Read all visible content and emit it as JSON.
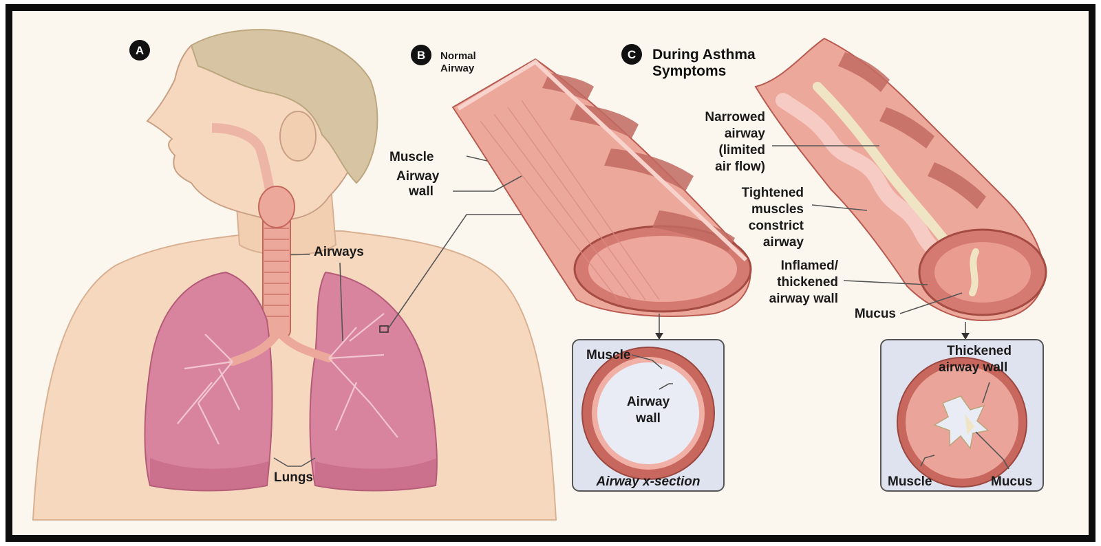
{
  "panel_a": {
    "badge": "A",
    "airways": "Airways",
    "lungs": "Lungs"
  },
  "panel_b": {
    "badge": "B",
    "title": [
      "Normal",
      "Airway"
    ],
    "muscle": "Muscle",
    "airway_wall": [
      "Airway",
      "wall"
    ],
    "xsection": {
      "muscle": "Muscle",
      "airway_wall": [
        "Airway",
        "wall"
      ],
      "caption": "Airway x-section"
    }
  },
  "panel_c": {
    "badge": "C",
    "title": [
      "During Asthma",
      "Symptoms"
    ],
    "narrowed": [
      "Narrowed",
      "airway",
      "(limited",
      "air flow)"
    ],
    "tightened": [
      "Tightened",
      "muscles",
      "constrict",
      "airway"
    ],
    "inflamed": [
      "Inflamed/",
      "thickened",
      "airway wall"
    ],
    "mucus": "Mucus",
    "xsection": {
      "thickened": [
        "Thickened",
        "airway wall"
      ],
      "muscle": "Muscle",
      "mucus": "Mucus"
    }
  },
  "colors": {
    "frame": "#0d0d0d",
    "background": "#fbf7ee",
    "skin": "#f6d8bf",
    "hair": "#d7c4a3",
    "lung": "#d9849f",
    "lung_dark": "#c0607e",
    "airway_pink": "#eda89c",
    "airway_dark": "#c5675b",
    "box_fill": "#dfe2ef",
    "mucus": "#efe5c4"
  }
}
